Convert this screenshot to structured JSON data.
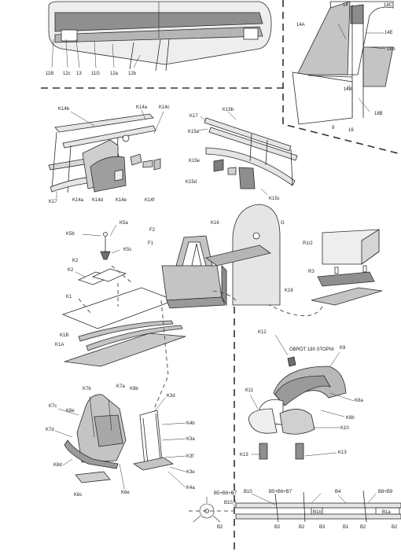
{
  "colors": {
    "background": "#ffffff",
    "paper_light": "#eeeeee",
    "part_grey": "#c4c4c4",
    "part_mid": "#9a9a9a",
    "part_dark": "#6e6e6e",
    "line": "#2a2a2a"
  },
  "wing_labels": {
    "l11b": "11B",
    "l12c": "12c",
    "l13": "13",
    "l11g": "11G",
    "l12a": "12a",
    "l12b": "12b"
  },
  "tail_labels": {
    "l14": "14",
    "l18c": "18C",
    "l14a": "14A",
    "l14e": "14E",
    "l18a": "18A",
    "l14b": "14B",
    "l9": "9",
    "l16": "16",
    "l18b": "18B"
  },
  "cabin_left_labels": {
    "k14b": "K14b",
    "k14a_top": "K14a",
    "k14c": "K14c",
    "k17": "K17",
    "k14a": "K14a",
    "k14d": "K14d",
    "k14e": "K14e",
    "k14f": "K14f"
  },
  "cabin_right_labels": {
    "k17": "K17",
    "k15b": "K15b",
    "k15a": "K15a",
    "k15e": "K15e",
    "k15d": "K15d",
    "k15c": "K15c"
  },
  "floor_labels": {
    "k5b": "K5b",
    "k5a": "K5a",
    "k5c": "K5c",
    "k2_top": "K2",
    "k2": "K2",
    "k1": "K1",
    "k1b": "K1B",
    "k1a": "K1A",
    "f2": "F2",
    "f1": "F1",
    "k16_top": "K16",
    "g": "G",
    "r12": "R1/2",
    "r3": "R3",
    "k18": "K18"
  },
  "hood_labels": {
    "k12": "K12",
    "note": "OBRÓT 180 STOPNI",
    "k9": "K9",
    "k11": "K11",
    "k8a": "K8a",
    "k8b": "K8b",
    "k10": "K10",
    "k13a": "K13",
    "k13b": "K13"
  },
  "seat_labels": {
    "k7b": "K7b",
    "k7a": "K7a",
    "k8b": "K8b",
    "k7c": "K7c",
    "k8e": "K8e",
    "k7d": "K7d",
    "k8d": "K8d",
    "k6c": "K6c",
    "k6e": "K6e",
    "k3d": "K3d",
    "k4b": "K4b",
    "k3a": "K3a",
    "k3f": "K3f",
    "k3e": "K3e",
    "k4a": "K4a"
  },
  "boom_labels": {
    "b5a": "B5+B6+B7",
    "b10a": "B10",
    "b10b": "B10",
    "b5b": "B5+B6+B7",
    "b4": "B4",
    "b8b9": "B8+B9",
    "b1b": "B1b",
    "b1a": "B1a",
    "b2a": "B2",
    "b2b": "B2",
    "b2c": "B2",
    "b2d": "B2",
    "b3": "B3",
    "b1": "B1",
    "b2e": "B2"
  }
}
